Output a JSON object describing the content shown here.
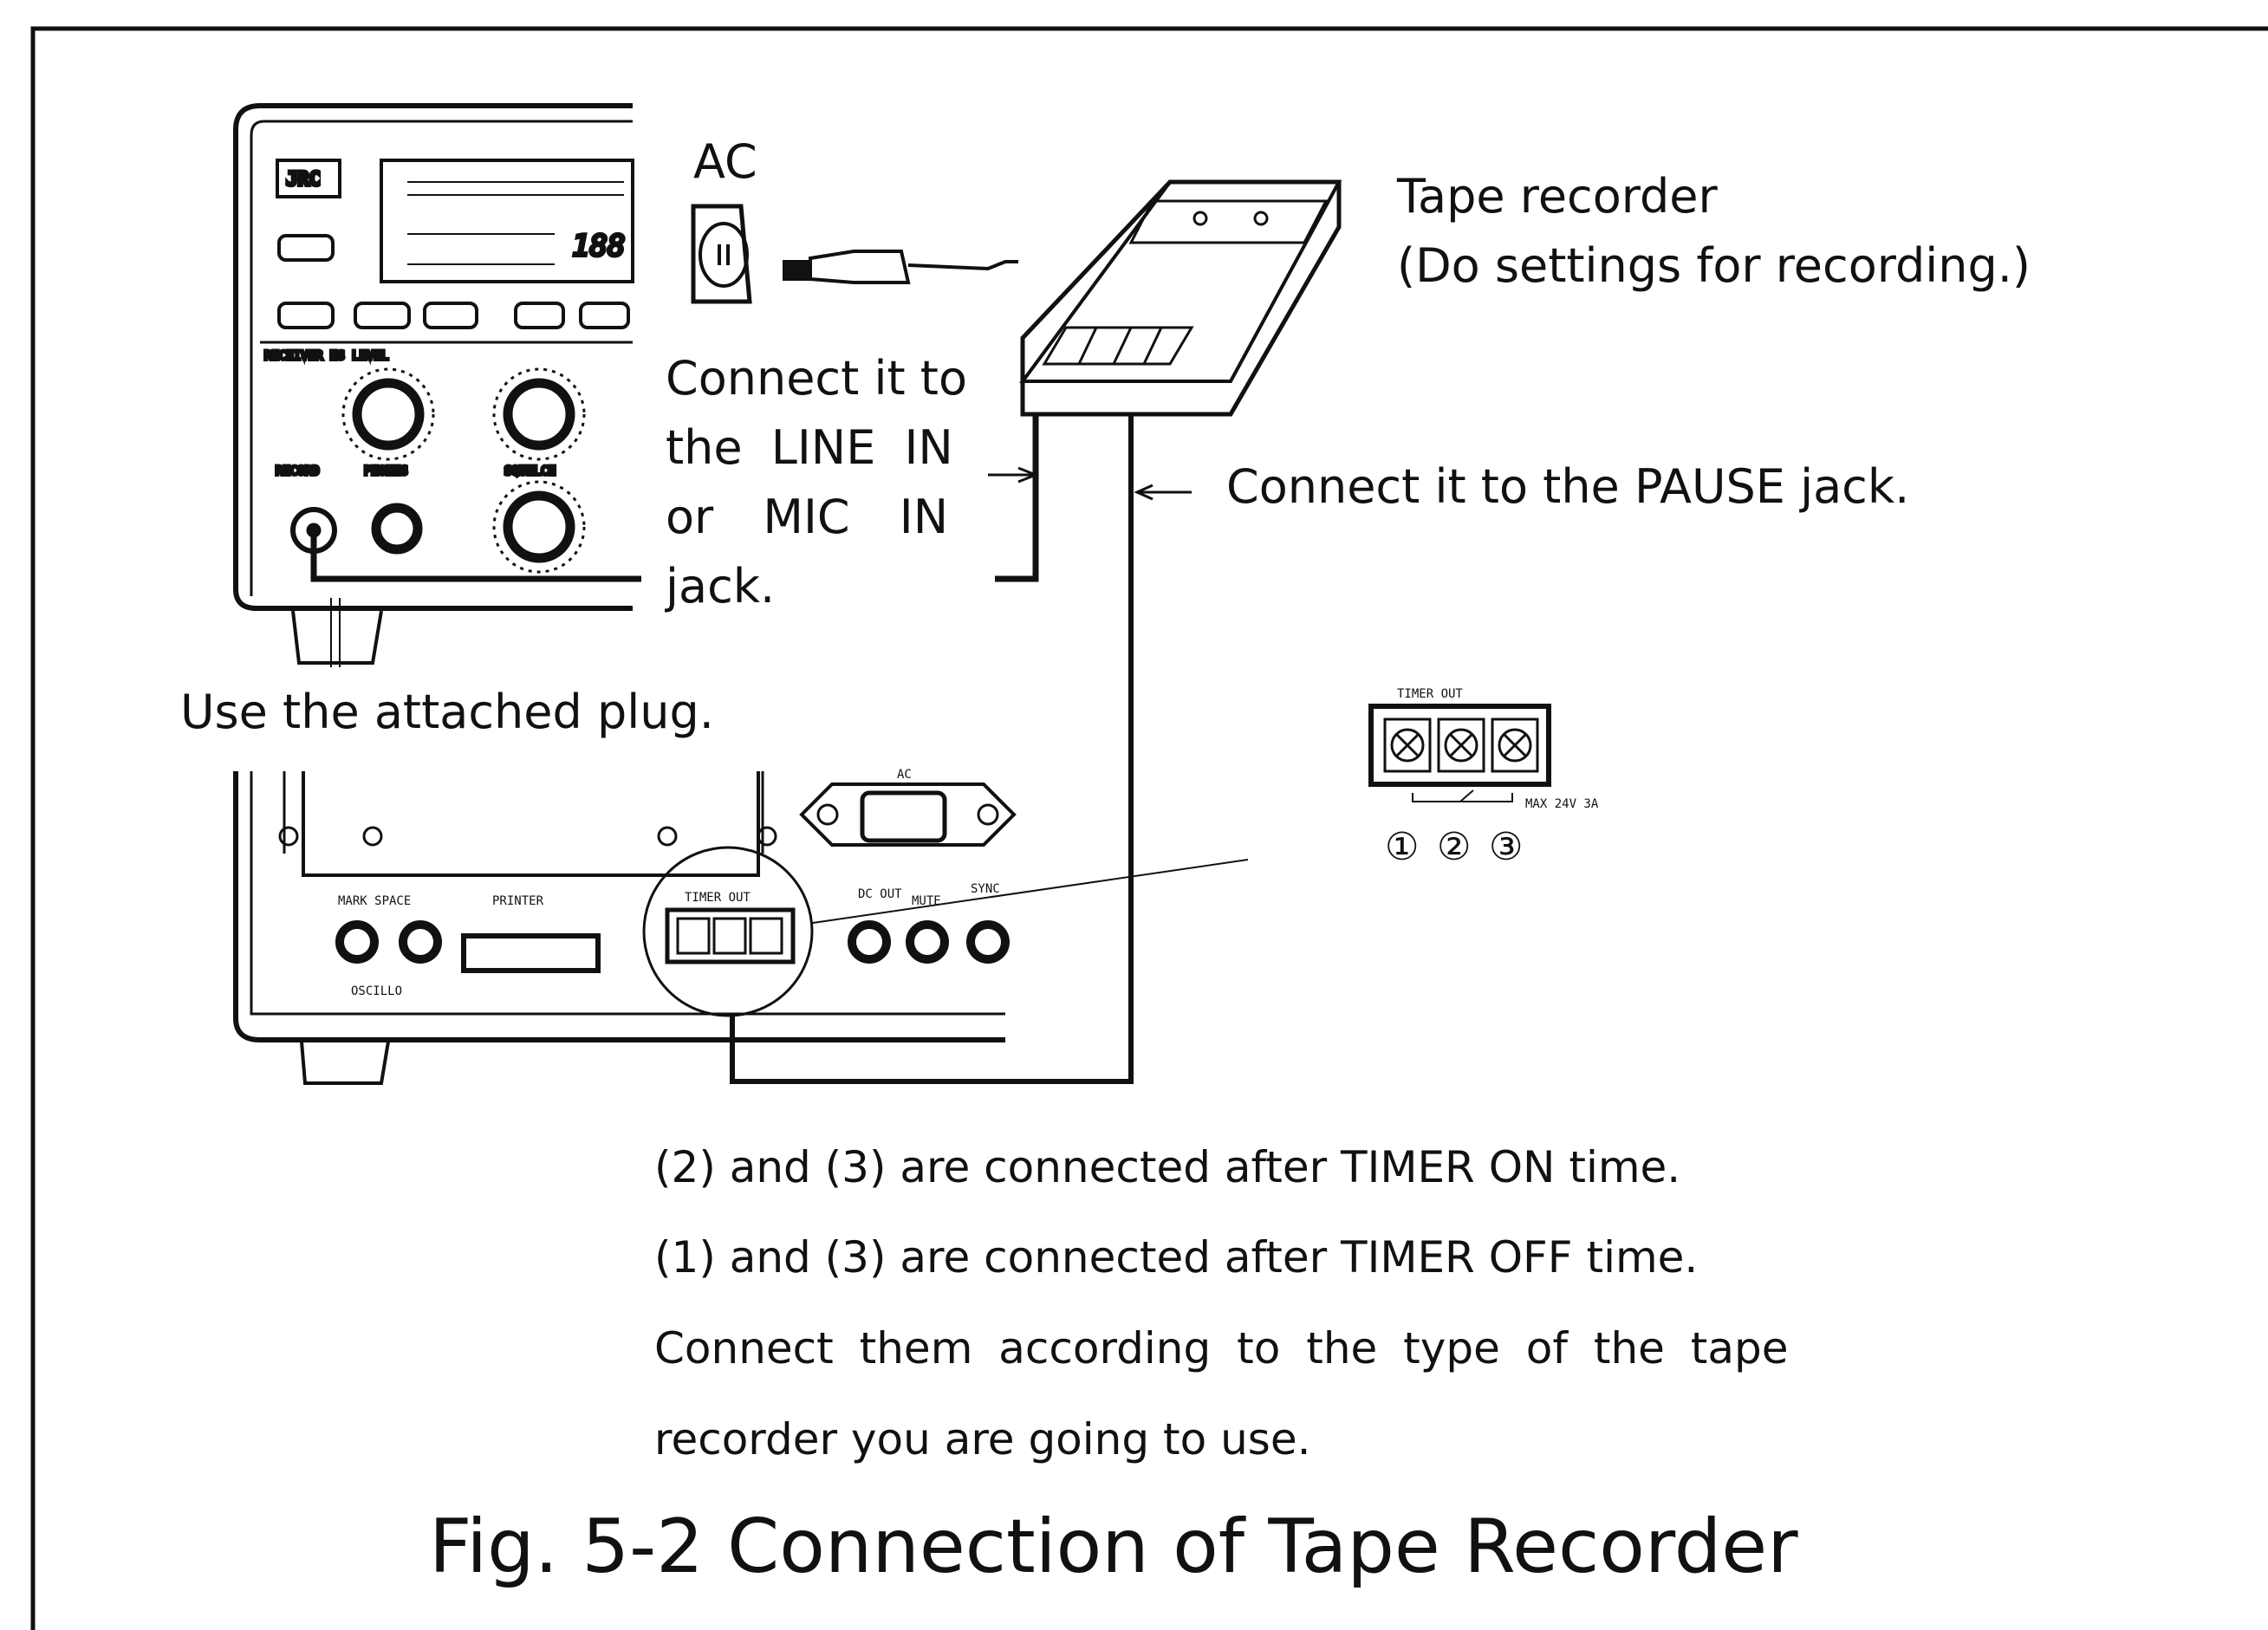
{
  "labels": {
    "ac": "AC",
    "tape_recorder": "Tape recorder",
    "tape_settings": "(Do settings for recording.)",
    "connect_line_1": "Connect it to",
    "connect_line_2": "the LINE IN",
    "connect_line_3": "or MIC IN",
    "connect_line_4": "jack.",
    "connect_pause": "Connect it to the PAUSE jack.",
    "attached_plug": "Use the attached plug.",
    "timer_out": "TIMER OUT",
    "timer_max": "MAX 24V 3A",
    "terminal_1": "①",
    "terminal_2": "②",
    "terminal_3": "③"
  },
  "front_panel": {
    "brand": "JRC",
    "display_digits": "188",
    "receiver_label": "RECEIVER NS LEVEL",
    "record_label": "RECORD",
    "phones_label": "PHONES",
    "squelch_label": "SQUELCH"
  },
  "rear_panel": {
    "mark_space_label": "MARK SPACE",
    "printer_label": "PRINTER",
    "oscillo_label": "OSCILLO",
    "timer_out_label": "TIMER OUT",
    "ac_label": "AC",
    "dc_out_label": "DC OUT",
    "mute_label": "MUTE",
    "sync_label": "SYNC"
  },
  "notes": [
    "(2) and (3) are connected after TIMER ON time.",
    "(1) and (3) are connected after TIMER OFF time.",
    "Connect them according to the type of the tape",
    "recorder you are going to use."
  ],
  "caption": "Fig. 5-2   Connection of Tape Recorder"
}
